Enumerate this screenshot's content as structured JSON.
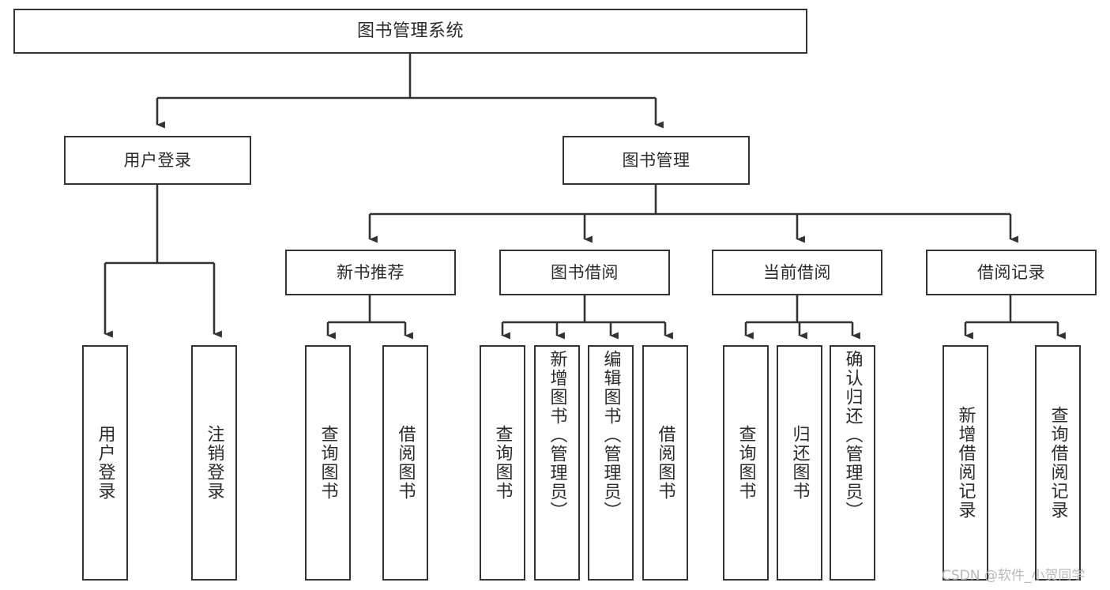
{
  "diagram": {
    "title": "图书管理系统",
    "type": "functional-structure-tree",
    "root": {
      "id": "root",
      "label": "图书管理系统"
    },
    "level2": [
      {
        "id": "user-login",
        "label": "用户登录"
      },
      {
        "id": "book-manage",
        "label": "图书管理"
      }
    ],
    "level3": [
      {
        "id": "new-book-recommend",
        "label": "新书推荐",
        "parent": "book-manage"
      },
      {
        "id": "book-borrow",
        "label": "图书借阅",
        "parent": "book-manage"
      },
      {
        "id": "current-borrow",
        "label": "当前借阅",
        "parent": "book-manage"
      },
      {
        "id": "borrow-record",
        "label": "借阅记录",
        "parent": "book-manage"
      }
    ],
    "leaves": {
      "user-login": [
        {
          "id": "leaf-user-login",
          "label": "用户登录"
        },
        {
          "id": "leaf-logout-login",
          "label": "注销登录"
        }
      ],
      "new-book-recommend": [
        {
          "id": "leaf-query-book-1",
          "label": "查询图书"
        },
        {
          "id": "leaf-borrow-book-1",
          "label": "借阅图书"
        }
      ],
      "book-borrow": [
        {
          "id": "leaf-query-book-2",
          "label": "查询图书"
        },
        {
          "id": "leaf-add-book",
          "label": "新增图书（管理员）"
        },
        {
          "id": "leaf-edit-book",
          "label": "编辑图书（管理员）"
        },
        {
          "id": "leaf-borrow-book-2",
          "label": "借阅图书"
        }
      ],
      "current-borrow": [
        {
          "id": "leaf-query-book-3",
          "label": "查询图书"
        },
        {
          "id": "leaf-return-book",
          "label": "归还图书"
        },
        {
          "id": "leaf-confirm-return",
          "label": "确认归还（管理员）"
        }
      ],
      "borrow-record": [
        {
          "id": "leaf-add-record",
          "label": "新增借阅记录"
        },
        {
          "id": "leaf-query-record",
          "label": "查询借阅记录"
        }
      ]
    }
  },
  "watermark": {
    "text": "CSDN @软件_小贺同学"
  },
  "colors": {
    "stroke": "#333333",
    "box_fill": "#ffffff",
    "text": "#2b2b2b",
    "watermark": "#b9b9b9",
    "background": "#ffffff"
  }
}
